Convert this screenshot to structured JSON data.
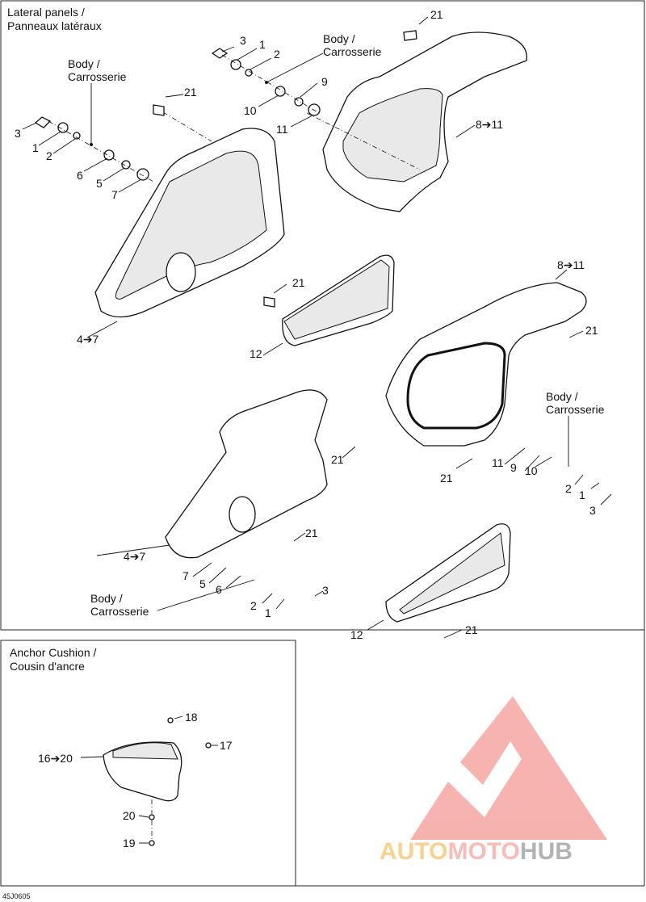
{
  "panels": {
    "lateral_title_en": "Lateral panels /",
    "lateral_title_fr": "Panneaux latéraux",
    "anchor_title_en": "Anchor Cushion /",
    "anchor_title_fr": "Cousin d'ancre"
  },
  "body_label_en": "Body /",
  "body_label_fr": "Carrosserie",
  "callouts": {
    "c1": "1",
    "c2": "2",
    "c3": "3",
    "c5": "5",
    "c6": "6",
    "c7": "7",
    "c9": "9",
    "c10": "10",
    "c11": "11",
    "c12": "12",
    "c17": "17",
    "c18": "18",
    "c19": "19",
    "c20": "20",
    "c21": "21",
    "r4_7": "4➔7",
    "r8_11": "8➔11",
    "r16_20": "16➔20"
  },
  "drawing_code": "45J0605",
  "watermark": {
    "word_a": "AUTO",
    "word_b": "MOTO",
    "word_c": "HUB",
    "color_a": "#f6c26b",
    "color_b": "#f5a6a0",
    "color_c": "#9a9a9a",
    "logo_color": "#f39a94"
  }
}
